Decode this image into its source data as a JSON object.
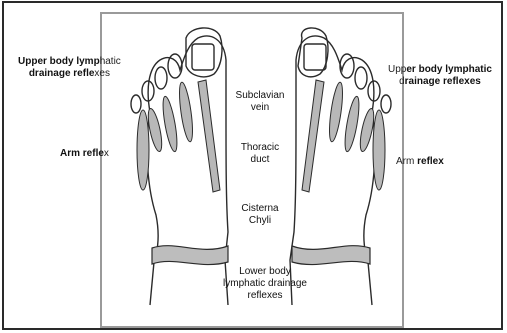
{
  "labels": {
    "upper_left_line1_bold": "Upper body lymp",
    "upper_left_line1_thin": "hatic",
    "upper_left_line2_bold": "drainage refle",
    "upper_left_line2_thin": "xes",
    "arm_left_bold": "Arm refle",
    "arm_left_thin": "x",
    "subclavian_line1": "Subclavian",
    "subclavian_line2": "vein",
    "thoracic_line1": "Thoracic",
    "thoracic_line2": "duct",
    "cisterna_line1": "Cisterna",
    "cisterna_line2": "Chyli",
    "lower_line1": "Lower body",
    "lower_line2": "lymphatic drainage",
    "lower_line3": "reflexes",
    "upper_right_line1_thin": "Upp",
    "upper_right_line1_bold": "er body lymphatic",
    "upper_right_line2_thin": "d",
    "upper_right_line2_bold": "rainage reflexes",
    "arm_right_thin": "Arm",
    "arm_right_bold": " reflex"
  },
  "colors": {
    "line": "#2b2b2b",
    "shade": "#b8b8b8",
    "band": "#bdbdbd"
  }
}
